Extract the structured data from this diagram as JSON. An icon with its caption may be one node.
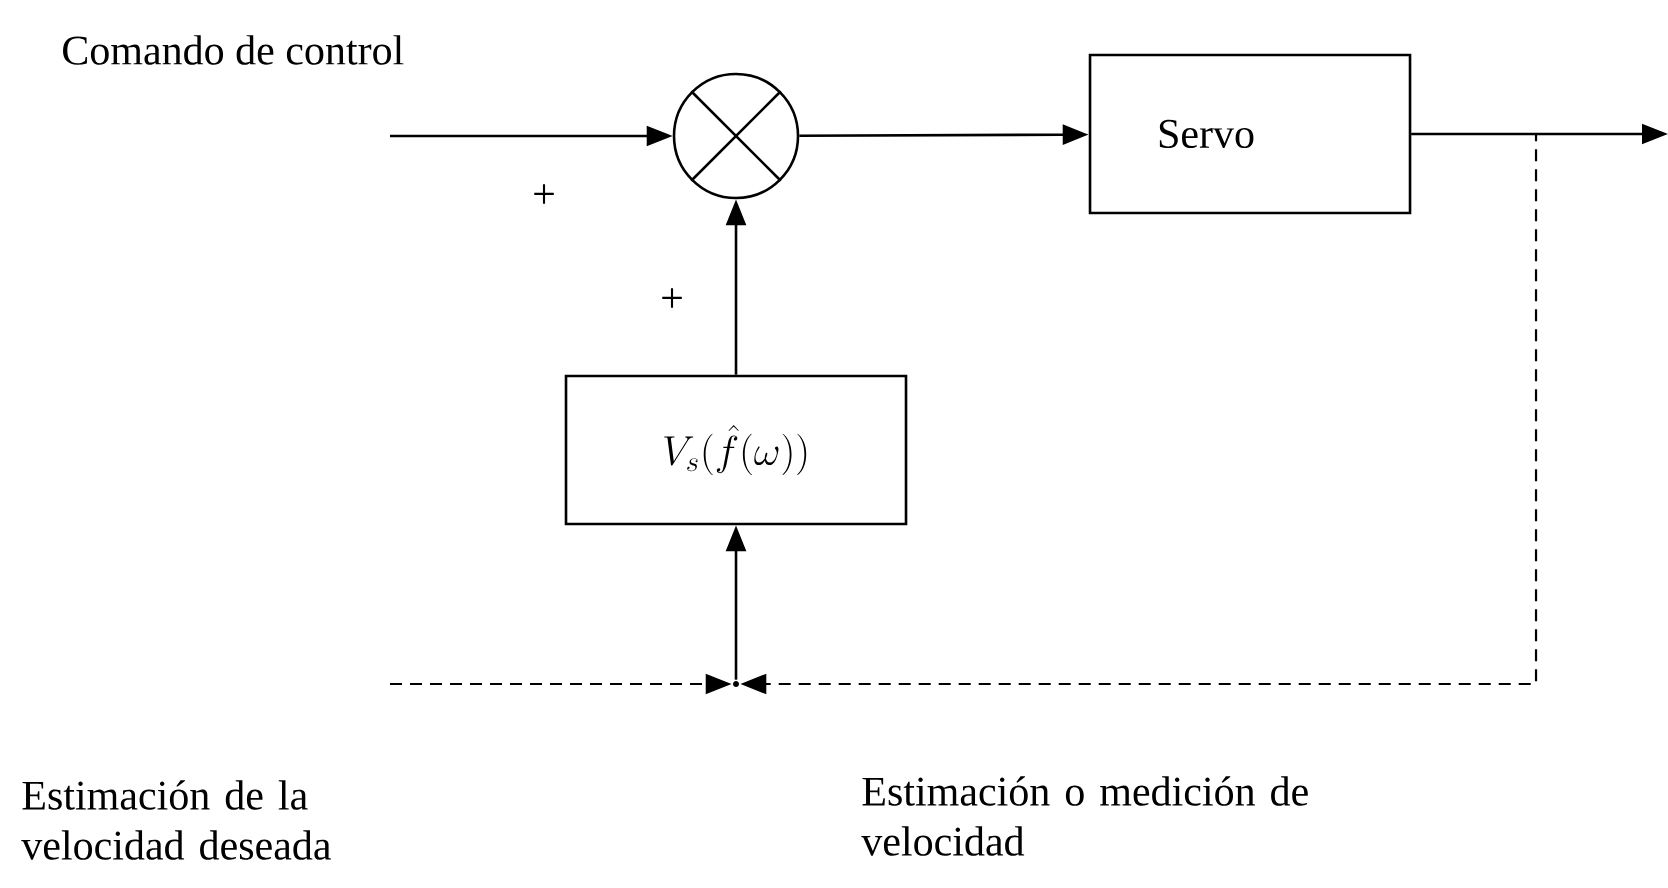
{
  "diagram": {
    "nodes": [
      {
        "text": [],
        "shape": "circle"
      },
      {
        "text": [
          "Servo"
        ]
      },
      {
        "text": [
          "V_s(\\hat{f}(\\omega))"
        ]
      },
      {
        "text": [],
        "shape": "point"
      }
    ],
    "edges": [
      {
        "from": null,
        "to": 0,
        "arrow": "to"
      },
      {
        "from": 0,
        "to": 1,
        "arrow": "to"
      },
      {
        "from": 1,
        "to": null,
        "arrow": "to"
      },
      {
        "from": 2,
        "to": 0,
        "arrow": "to"
      },
      {
        "from": 3,
        "to": 2,
        "arrow": "to"
      },
      {
        "from": null,
        "to": 3,
        "arrow": "to",
        "style": "dashed"
      },
      {
        "from": 1,
        "to": 3,
        "arrow": "to",
        "style": "dashed"
      }
    ],
    "labels": [
      "Comando de control",
      "+",
      "+",
      "Estimación de la velocidad deseada",
      "Estimación o medición de velocidad"
    ]
  }
}
